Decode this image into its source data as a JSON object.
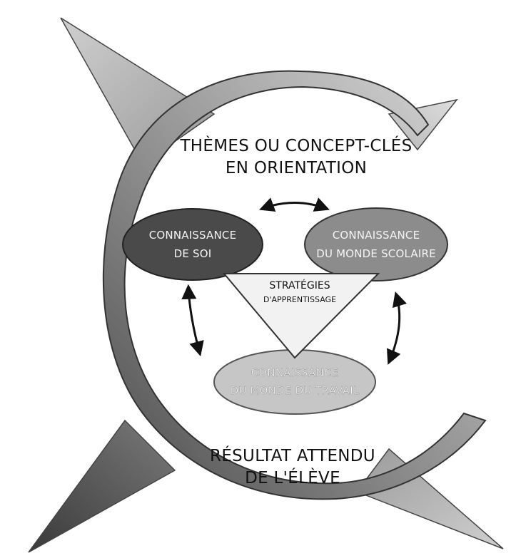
{
  "title": {
    "line1": "THÈMES OU CONCEPT-CLÉS",
    "line2": "EN ORIENTATION"
  },
  "ellipses": {
    "soi": {
      "line1": "CONNAISSANCE",
      "line2": "DE SOI"
    },
    "scolaire": {
      "line1": "CONNAISSANCE",
      "line2": "DU MONDE SCOLAIRE"
    },
    "travail": {
      "line1": "CONNAISSANCE",
      "line2": "DU MONDE DU TRAVAIL"
    }
  },
  "center": {
    "line1": "STRATÉGIES",
    "line2": "D'APPRENTISSAGE"
  },
  "result": {
    "line1": "RÉSULTAT ATTENDU",
    "line2": "DE L'ÉLÈVE"
  },
  "colors": {
    "ring_dark": "#5a5a5a",
    "ring_light": "#d4d4d4",
    "soi_fill": "#4a4a4a",
    "scolaire_fill": "#8c8c8c",
    "travail_fill": "#c6c6c6",
    "triangle_fill": "#f2f2f2"
  }
}
